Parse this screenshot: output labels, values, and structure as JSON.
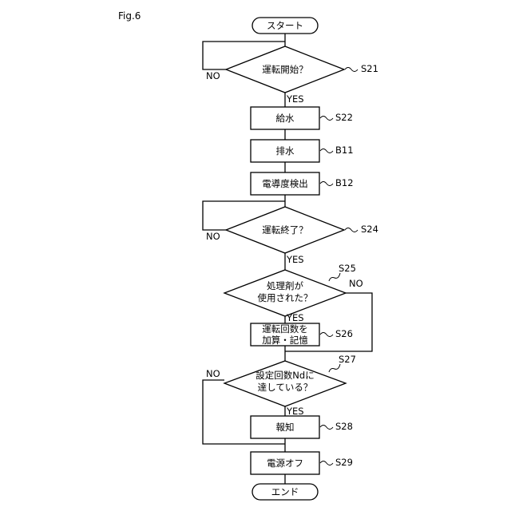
{
  "figure": {
    "label": "Fig.6",
    "start": "スタート",
    "end": "エンド",
    "yes": "YES",
    "no": "NO",
    "steps": {
      "s21": {
        "id": "S21",
        "lines": [
          "運転開始？"
        ]
      },
      "s22": {
        "id": "S22",
        "lines": [
          "給水"
        ]
      },
      "b11": {
        "id": "B11",
        "lines": [
          "排水"
        ]
      },
      "b12": {
        "id": "B12",
        "lines": [
          "電導度検出"
        ]
      },
      "s24": {
        "id": "S24",
        "lines": [
          "運転終了？"
        ]
      },
      "s25": {
        "id": "S25",
        "lines": [
          "処理剤が",
          "使用された？"
        ]
      },
      "s26": {
        "id": "S26",
        "lines": [
          "運転回数を",
          "加算・記憶"
        ]
      },
      "s27": {
        "id": "S27",
        "lines": [
          "設定回数Ndに",
          "達している？"
        ]
      },
      "s28": {
        "id": "S28",
        "lines": [
          "報知"
        ]
      },
      "s29": {
        "id": "S29",
        "lines": [
          "電源オフ"
        ]
      }
    }
  }
}
